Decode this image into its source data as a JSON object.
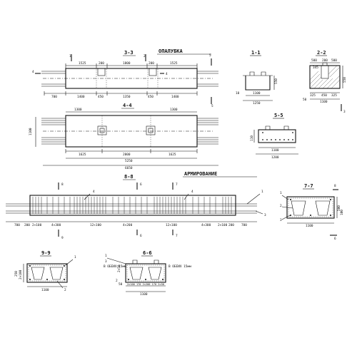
{
  "headers": {
    "formwork": "ОПАЛУБКА",
    "reinforcement": "АРМИРОВАНИЕ"
  },
  "sections": {
    "s33": "3-3",
    "s44": "4-4",
    "s11": "1-1",
    "s22": "2-2",
    "s55": "5-5",
    "s66": "6-6",
    "s77": "7-7",
    "s88": "8-8",
    "s99": "9-9"
  },
  "marks": {
    "cut1": "1",
    "cut2": "2",
    "cut3": "3",
    "cut4": "4",
    "cut5": "5",
    "cut6": "6",
    "cut7": "7",
    "cut8": "8",
    "cut9": "9",
    "pos1": "1",
    "pos2": "2",
    "pos3": "3",
    "pos4": "4"
  },
  "dims": {
    "s33_top_1525a": "1525",
    "s33_top_200a": "200",
    "s33_top_1800": "1800",
    "s33_top_200b": "200",
    "s33_top_1525b": "1525",
    "s33_bot_700": "700",
    "s33_bot_1400a": "1400",
    "s33_bot_450a": "450",
    "s33_bot_1350": "1350",
    "s33_bot_450b": "450",
    "s33_bot_1400b": "1400",
    "s44_1300a": "1300",
    "s44_1300b": "1300",
    "s44_1100": "1100",
    "s44_1625a": "1625",
    "s44_2000": "2000",
    "s44_1625b": "1625",
    "s44_5250": "5250",
    "s44_6650": "6650",
    "s11_1100": "1100",
    "s11_1250": "1250",
    "s11_10": "10",
    "s11_550": "550",
    "s22_500a": "500",
    "s22_200a": "200",
    "s22_500b": "500",
    "s22_345": "345",
    "s22_325a": "325",
    "s22_450": "450",
    "s22_325b": "325",
    "s22_1100": "1100",
    "s22_50": "50",
    "s22_550": "550",
    "s55_1100": "1100",
    "s55_1200": "1200",
    "s55_h": "110",
    "s88_700a": "700",
    "s88_200a": "200",
    "s88_2x100a": "2×100",
    "s88_4x300a": "4×300",
    "s88_12x100a": "12×100",
    "s88_4x200": "4×200",
    "s88_12x100b": "12×100",
    "s88_4x300b": "4×300",
    "s88_2x100b": "2×100",
    "s88_200b": "200",
    "s88_700b": "700",
    "s77_1100": "1100",
    "s77_500": "500",
    "s77_100": "100",
    "s99_1100": "1100",
    "s99_2x100": "2×100",
    "s99_250": "250",
    "s66_1100": "1100",
    "s66_50": "50",
    "s66_h": "2×50",
    "s66_bars": "2×100 170 2×200 170 2×50",
    "s66_slot_left": "В ОБЕИХ 15мм",
    "s66_slot_right": "В ОБЕИХ 15мм"
  }
}
